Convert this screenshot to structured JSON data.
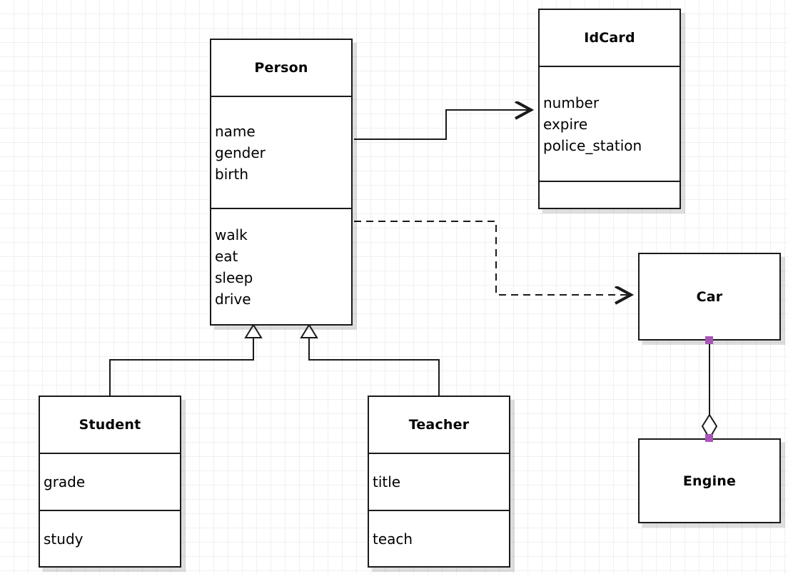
{
  "diagram": {
    "type": "uml-class-diagram",
    "background": "#ffffff",
    "grid_color": "#f0f0f0",
    "line_color": "#1a1a1a",
    "handle_color": "#a855b8"
  },
  "classes": {
    "person": {
      "name": "Person",
      "attributes": [
        "name",
        "gender",
        "birth"
      ],
      "methods": [
        "walk",
        "eat",
        "sleep",
        "drive"
      ]
    },
    "idcard": {
      "name": "IdCard",
      "attributes": [
        "number",
        "expire",
        "police_station"
      ],
      "methods": []
    },
    "student": {
      "name": "Student",
      "attributes": [
        "grade"
      ],
      "methods": [
        "study"
      ]
    },
    "teacher": {
      "name": "Teacher",
      "attributes": [
        "title"
      ],
      "methods": [
        "teach"
      ]
    },
    "car": {
      "name": "Car",
      "attributes": [],
      "methods": []
    },
    "engine": {
      "name": "Engine",
      "attributes": [],
      "methods": []
    }
  },
  "relationships": [
    {
      "id": "person-idcard",
      "kind": "association",
      "from": "Person",
      "to": "IdCard",
      "style": "solid",
      "arrow": "open"
    },
    {
      "id": "person-car",
      "kind": "dependency",
      "from": "Person",
      "to": "Car",
      "style": "dashed",
      "arrow": "open"
    },
    {
      "id": "student-person",
      "kind": "generalization",
      "from": "Student",
      "to": "Person",
      "style": "solid",
      "arrow": "hollow-triangle"
    },
    {
      "id": "teacher-person",
      "kind": "generalization",
      "from": "Teacher",
      "to": "Person",
      "style": "solid",
      "arrow": "hollow-triangle"
    },
    {
      "id": "car-engine",
      "kind": "aggregation",
      "from": "Car",
      "to": "Engine",
      "style": "solid",
      "arrow": "hollow-diamond"
    }
  ]
}
